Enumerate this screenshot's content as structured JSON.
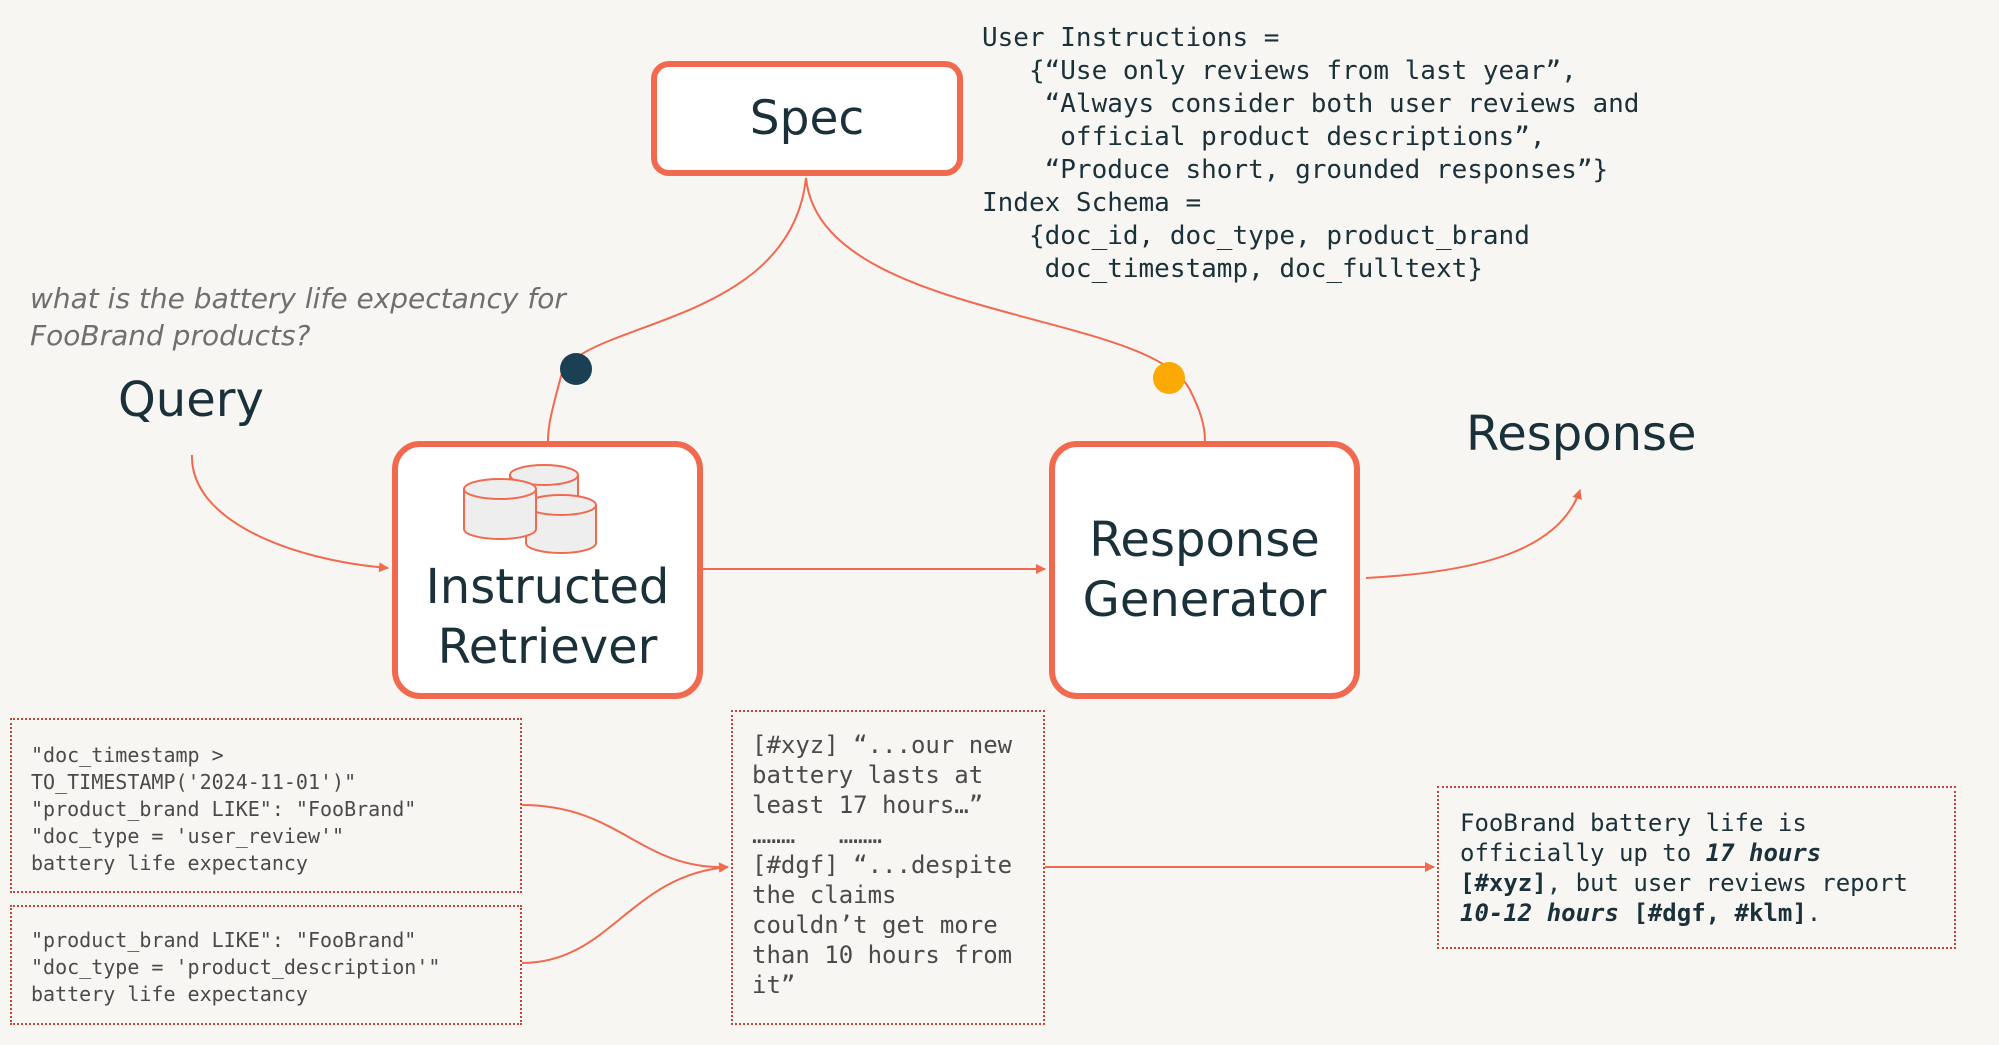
{
  "nodes": {
    "spec": "Spec",
    "retriever": "Instructed\nRetriever",
    "generator": "Response\nGenerator",
    "query": "Query",
    "response": "Response"
  },
  "query_text": "what is the battery life expectancy for FooBrand products?",
  "spec_text": "User Instructions =\n   {“Use only reviews from last year”,\n    “Always consider both user reviews and\n     official product descriptions”,\n    “Produce short, grounded responses”}\nIndex Schema =\n   {doc_id, doc_type, product_brand\n    doc_timestamp, doc_fulltext}",
  "filters": [
    "\"doc_timestamp >\nTO_TIMESTAMP('2024-11-01')\"\n\"product_brand LIKE\": \"FooBrand\"\n\"doc_type = 'user_review'\"\nbattery life expectancy",
    "\"product_brand LIKE\": \"FooBrand\"\n\"doc_type = 'product_description'\"\nbattery life expectancy"
  ],
  "retrieved_text": "[#xyz] “...our new\nbattery lasts at\nleast 17 hours…”\n………   ………\n[#dgf] “...despite\nthe claims\ncouldn’t get more\nthan 10 hours from\nit”",
  "answer": {
    "l1": "FooBrand battery life is",
    "l2_a": "officially up to ",
    "l2_b": "17 hours",
    "l3_a": "[#xyz]",
    "l3_b": ", but user reviews report",
    "l4_a": "10-12 hours",
    "l4_b": " [#dgf, #klm]",
    "l4_c": "."
  },
  "colors": {
    "accent": "#f16a50",
    "dot_retriever": "#1b3f53",
    "dot_generator": "#fbaa04",
    "background": "#f8f6f3"
  },
  "icons": {
    "retriever": "database-cylinders-icon"
  }
}
